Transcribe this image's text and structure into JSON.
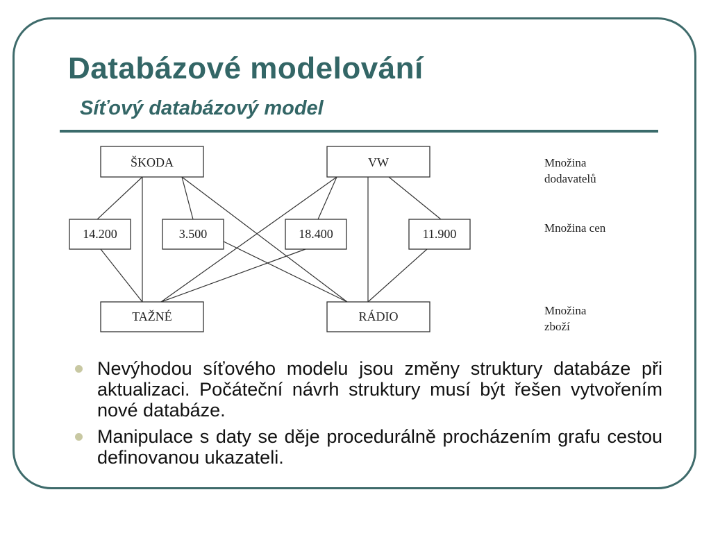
{
  "title": "Databázové modelování",
  "subtitle": "Síťový databázový model",
  "diagram": {
    "suppliers": [
      "ŠKODA",
      "VW"
    ],
    "prices": [
      "14.200",
      "3.500",
      "18.400",
      "11.900"
    ],
    "goods": [
      "TAŽNÉ",
      "RÁDIO"
    ],
    "side_labels": {
      "suppliers": [
        "Množina",
        "dodavatelů"
      ],
      "prices": [
        "Množina cen"
      ],
      "goods": [
        "Množina",
        "zboží"
      ]
    }
  },
  "bullets": [
    "Nevýhodou síťového modelu jsou změny struktury databáze při aktualizaci. Počáteční návrh struktury musí být řešen vytvořením nové databáze.",
    "Manipulace s daty se děje procedurálně procházením grafu cestou definovanou ukazateli."
  ],
  "colors": {
    "title": "#336666",
    "frame": "#3e6b6b",
    "bullet": "#c8c8a2"
  }
}
